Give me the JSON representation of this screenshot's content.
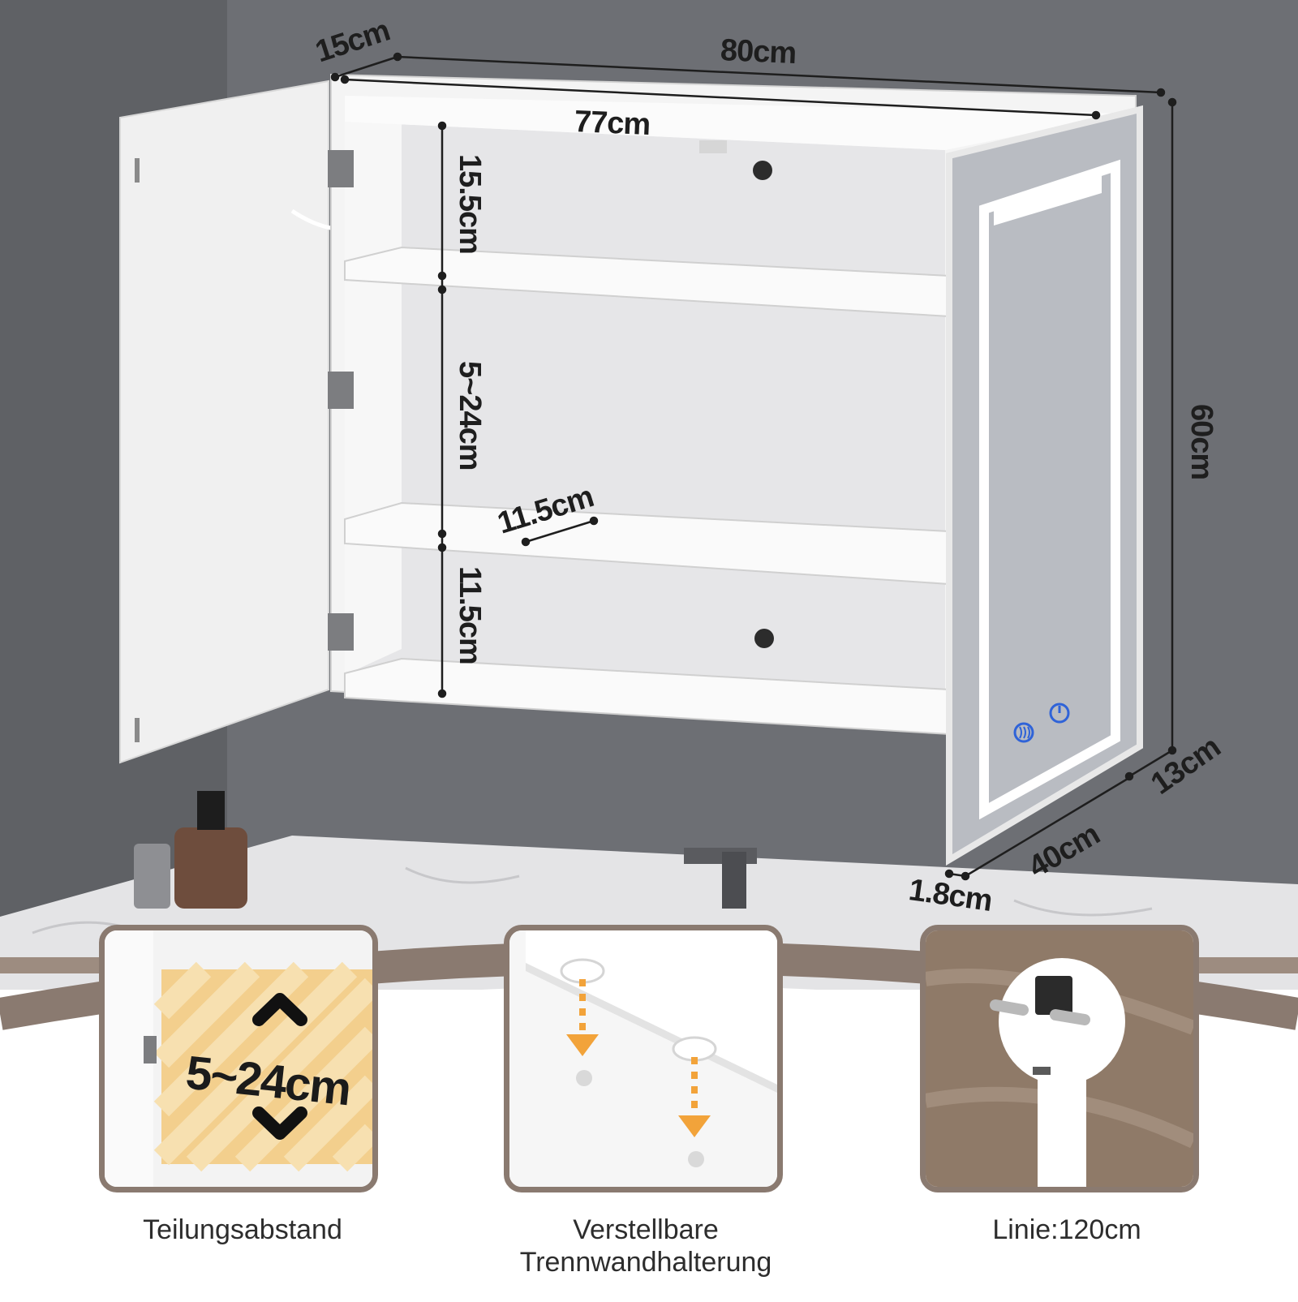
{
  "dimensions": {
    "depth_top": "15cm",
    "width_outer": "80cm",
    "width_inner": "77cm",
    "shelf_gap_top": "15.5cm",
    "shelf_gap_middle": "5~24cm",
    "shelf_depth": "11.5cm",
    "shelf_gap_bottom": "11.5cm",
    "height": "60cm",
    "depth_bottom": "13cm",
    "door_width": "40cm",
    "door_thickness": "1.8cm"
  },
  "features": [
    {
      "panel_text": "5~24cm",
      "caption": "Teilungsabstand"
    },
    {
      "caption_line1": "Verstellbare",
      "caption_line2": "Trennwandhalterung"
    },
    {
      "caption": "Linie:120cm"
    }
  ],
  "colors": {
    "wall": "#6d6f74",
    "cabinet": "#f1f1f1",
    "mirror": "#b9bcc2",
    "led": "#ffffff",
    "arrow_accent": "#f2a33a",
    "frame": "#8a7a70",
    "touch_buttons": "#2f63d8"
  },
  "icons": [
    "chevron-up-icon",
    "chevron-down-icon",
    "arrow-down-icon",
    "mist-touch-icon",
    "power-touch-icon",
    "eu-plug-icon"
  ]
}
